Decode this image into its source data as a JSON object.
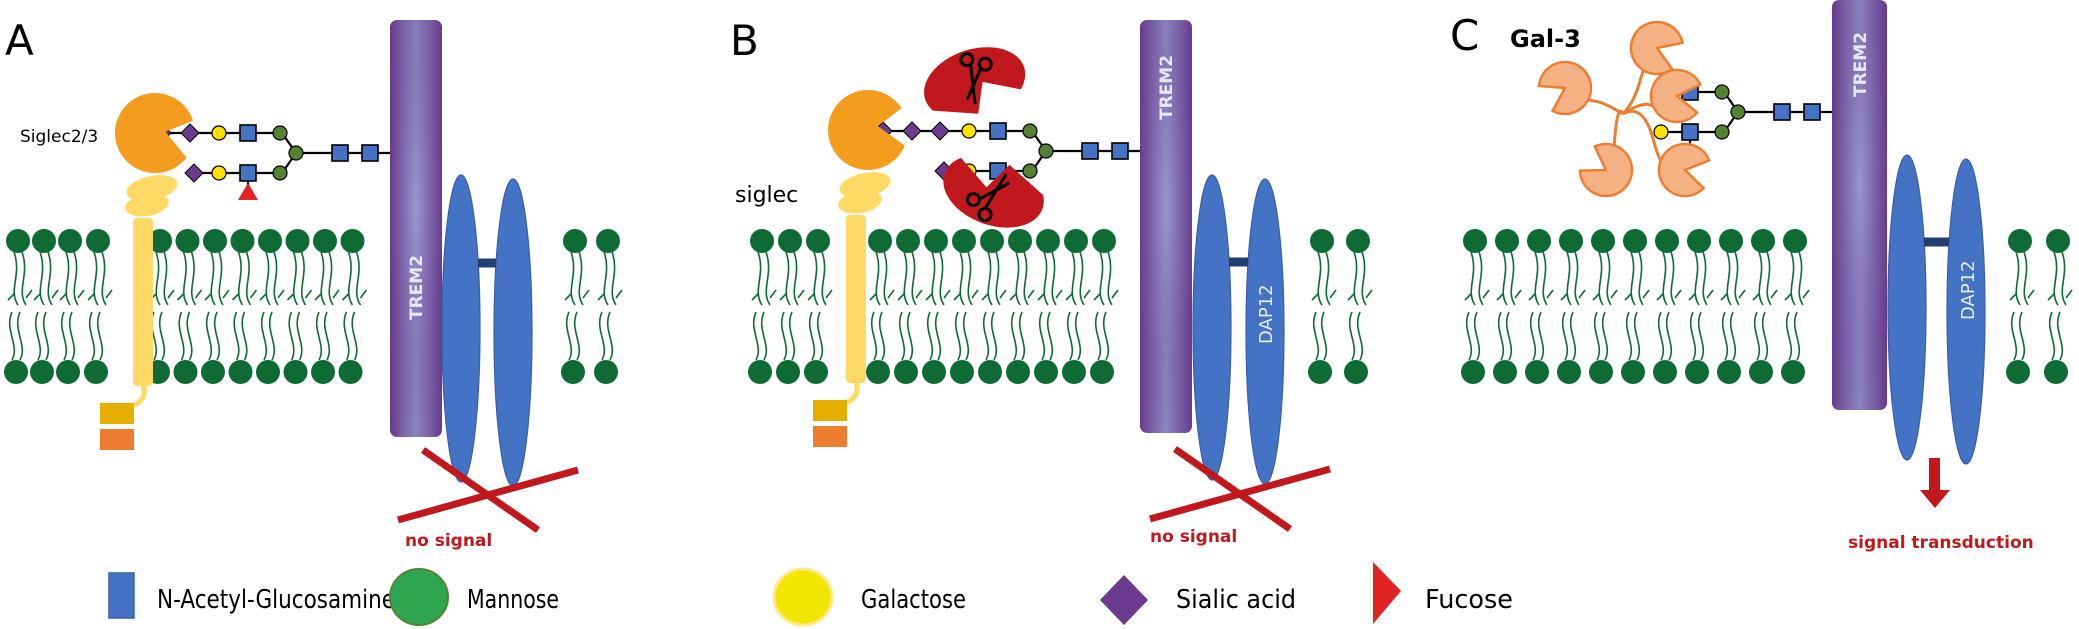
{
  "panels": [
    {
      "letter": "A",
      "receptor_label": "Siglec2/3",
      "trem2_label": "TREM2",
      "dap12_label": "",
      "outcome_label": "no signal",
      "lectin": "siglec",
      "scissors": false
    },
    {
      "letter": "B",
      "receptor_label": "siglec",
      "trem2_label": "TREM2",
      "dap12_label": "DAP12",
      "outcome_label": "no signal",
      "lectin": "siglec",
      "scissors": true
    },
    {
      "letter": "C",
      "receptor_label": "Gal-3",
      "trem2_label": "TREM2",
      "dap12_label": "DAP12",
      "outcome_label": "signal transduction",
      "lectin": "galectin",
      "scissors": false
    }
  ],
  "legend": [
    {
      "label": "N-Acetyl-Glucosamine",
      "shape": "square",
      "color": "#4472c4"
    },
    {
      "label": "Mannose",
      "shape": "circle",
      "color": "#2ea650"
    },
    {
      "label": "Galactose",
      "shape": "circle",
      "color": "#f2e500"
    },
    {
      "label": "Sialic acid",
      "shape": "diamond",
      "color": "#6a3b8e"
    },
    {
      "label": "Fucose",
      "shape": "triangle",
      "color": "#e02424"
    }
  ],
  "colors": {
    "glcnac": "#4472c4",
    "mannose": "#548235",
    "galactose": "#ffe100",
    "sialic": "#6a3b8e",
    "fucose": "#e02424",
    "trem2": "#6a3b8e",
    "dap12": "#4472c4",
    "lipid": "#0d6b33",
    "siglec": "#f39c1e",
    "siglec_stem": "#ffd966",
    "neuraminidase": "#c0181c",
    "galectin": "#f4b183",
    "galectin_edge": "#ed7d31",
    "signal": "#c0181c"
  }
}
